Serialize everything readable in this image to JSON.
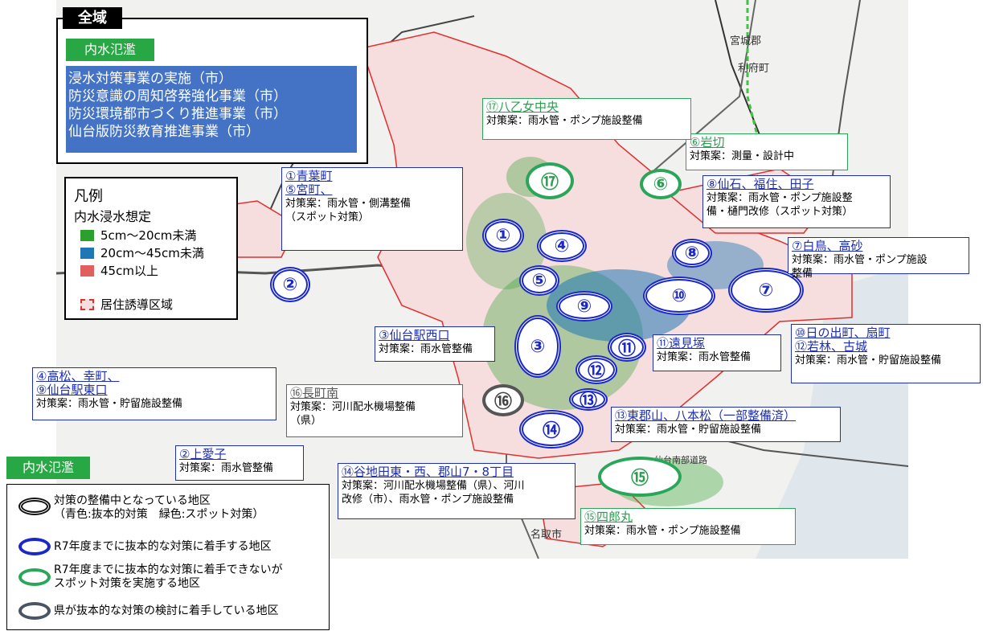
{
  "region_title": "全域",
  "main_box": {
    "tab": "内水氾濫",
    "projects": [
      "浸水対策事業の実施（市）",
      "防災意識の周知啓発強化事業（市）",
      "防災環境都市づくり推進事業（市）",
      "仙台版防災教育推進事業（市）"
    ]
  },
  "legend_depth": {
    "title": "凡例",
    "subtitle": "内水浸水想定",
    "items": [
      {
        "label": "5cm～20cm未満",
        "color": "#2ca02c"
      },
      {
        "label": "20cm～45cm未満",
        "color": "#1f77b4"
      },
      {
        "label": "45cm以上",
        "color": "#e06060"
      }
    ],
    "zone_label": "居住誘導区域",
    "zone_color": "#e03030"
  },
  "legend_markers": {
    "tab": "内水氾濫",
    "items": [
      {
        "line1": "対策の整備中となっている地区",
        "line2": "（青色:抜本的対策　緑色:スポット対策）",
        "color": "#111111"
      },
      {
        "line1": "R7年度までに抜本的な対策に着手する地区",
        "line2": "",
        "color": "#1a27c9"
      },
      {
        "line1": "R7年度までに抜本的な対策に着手できないが",
        "line2": "スポット対策を実施する地区",
        "color": "#2aa65a"
      },
      {
        "line1": "県が抜本的な対策の検討に着手している地区",
        "line2": "",
        "color": "#4a5563"
      }
    ]
  },
  "markers": [
    "①",
    "②",
    "③",
    "④",
    "⑤",
    "⑥",
    "⑦",
    "⑧",
    "⑨",
    "⑩",
    "⑪",
    "⑫",
    "⑬",
    "⑭",
    "⑮",
    "⑯",
    "⑰"
  ],
  "labels": {
    "l1": {
      "n1": "①青葉町",
      "n2": "⑤宮町、",
      "t1": "対策案：雨水管・側溝整備",
      "t2": "（スポット対策）"
    },
    "l2": {
      "n1": "②上愛子",
      "t1": "対策案：雨水管整備"
    },
    "l3": {
      "n1": "③仙台駅西口",
      "t1": "対策案：雨水管整備"
    },
    "l4": {
      "n1": "④高松、幸町、",
      "n2": "⑨仙台駅東口",
      "t1": "対策案：雨水管・貯留施設整備"
    },
    "l6": {
      "n1": "⑥岩切",
      "t1": "対策案：測量・設計中"
    },
    "l7": {
      "n1": "⑦白鳥、高砂",
      "t1": "対策案：雨水管・ポンプ施設",
      "t2": "整備"
    },
    "l8": {
      "n1": "⑧仙石、福住、田子",
      "t1": "対策案：雨水管・ポンプ施設整",
      "t2": "備・樋門改修（スポット対策）"
    },
    "l10": {
      "n1": "⑩日の出町、扇町",
      "n2": "⑫若林、古城",
      "t1": "対策案：雨水管・貯留施設整備"
    },
    "l11": {
      "n1": "⑪遠見塚",
      "t1": "対策案：雨水管整備"
    },
    "l13": {
      "n1": "⑬東郡山、八本松（一部整備済）",
      "t1": "対策案：雨水管・貯留施設整備"
    },
    "l14": {
      "n1": "⑭谷地田東・西、郡山7・8丁目",
      "t1": "対策案：河川配水機場整備（県）、河川",
      "t2": "改修（市）、雨水管・ポンプ施設整備"
    },
    "l15": {
      "n1": "⑮四郎丸",
      "t1": "対策案：雨水管・ポンプ施設整備"
    },
    "l16": {
      "n1": "⑯長町南",
      "t1": "対策案：河川配水機場整備",
      "t2": "（県）"
    },
    "l17": {
      "n1": "⑰八乙女中央",
      "t1": "対策案：雨水管・ポンプ施設整備"
    }
  },
  "map_text": [
    "宮城郡",
    "利府町",
    "名取市",
    "仙台南部道路"
  ]
}
